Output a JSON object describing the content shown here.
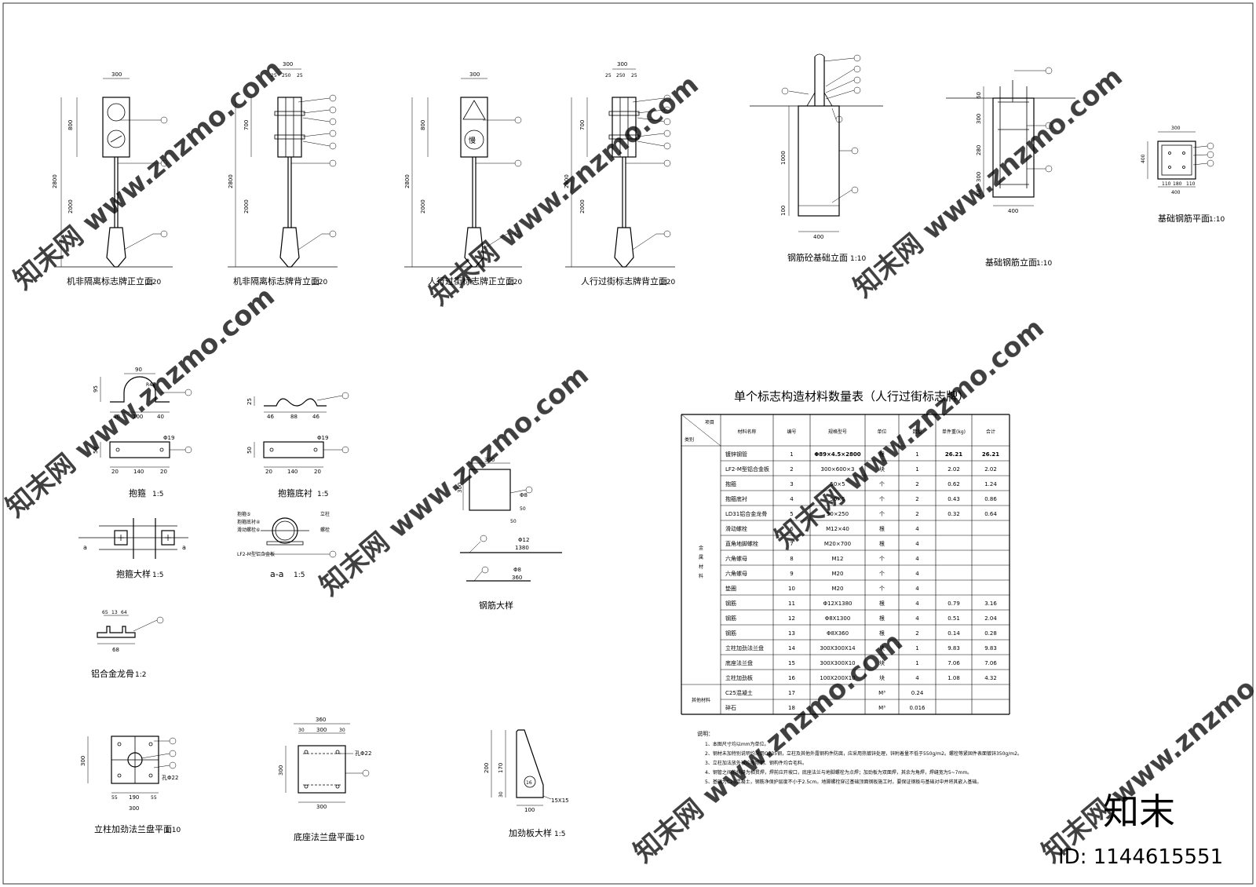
{
  "drawings": {
    "sign1_front": {
      "title": "机非隔离标志牌正立面",
      "scale": "1:20",
      "dims": [
        "300",
        "800",
        "2800",
        "2000"
      ]
    },
    "sign1_back": {
      "title": "机非隔离标志牌背立面",
      "scale": "1:20",
      "dims": [
        "300",
        "25",
        "250",
        "25",
        "700",
        "2800",
        "2000"
      ]
    },
    "sign2_front": {
      "title": "人行过街标志牌正立面",
      "scale": "1:20",
      "dims": [
        "300",
        "800",
        "2800",
        "2000"
      ],
      "symbol_text": "慢"
    },
    "sign2_back": {
      "title": "人行过街标志牌背立面",
      "scale": "1:20",
      "dims": [
        "300",
        "25",
        "250",
        "25",
        "700",
        "2800",
        "2000"
      ]
    },
    "foundation": {
      "title": "钢筋砼基础立面",
      "scale": "1:10",
      "dims": [
        "1000",
        "100",
        "400"
      ]
    },
    "rebar_elev": {
      "title": "基础钢筋立面",
      "scale": "1:10",
      "dims": [
        "60",
        "300",
        "280",
        "300",
        "60",
        "400"
      ]
    },
    "rebar_plan": {
      "title": "基础钢筋平面",
      "scale": "1:10",
      "dims": [
        "300",
        "400",
        "110",
        "180",
        "110"
      ]
    },
    "hoop": {
      "title": "抱箍",
      "scale": "1:5",
      "dims": [
        "90",
        "95",
        "R45",
        "40",
        "100",
        "40",
        "50",
        "20",
        "140",
        "20",
        "Φ19"
      ]
    },
    "hoop_base": {
      "title": "抱箍底衬",
      "scale": "1:5",
      "dims": [
        "25",
        "46",
        "88",
        "46",
        "50",
        "20",
        "140",
        "20",
        "Φ19"
      ]
    },
    "hoop_detail": {
      "title": "抱箍大样",
      "scale": "1:5",
      "cut": "a"
    },
    "section_aa": {
      "title": "a-a",
      "scale": "1:5",
      "labels": [
        "抱箍⑤",
        "抱箍底衬④",
        "滑动螺栓⑥",
        "LF2-M型铝合金板",
        "立柱",
        "螺栓"
      ]
    },
    "alu_rail": {
      "title": "铝合金龙骨",
      "scale": "1:2",
      "dims": [
        "65",
        "13",
        "64",
        "68"
      ]
    },
    "rebar_detail": {
      "title": "钢筋大样",
      "dims": [
        "300",
        "300",
        "50",
        "50",
        "Φ8",
        "Φ12",
        "1380",
        "Φ8",
        "360"
      ]
    },
    "col_flange": {
      "title": "立柱加劲法兰盘平面",
      "scale": "1:10",
      "dims": [
        "55",
        "190",
        "55",
        "300",
        "孔Φ22"
      ]
    },
    "base_flange": {
      "title": "底座法兰盘平面",
      "scale": "1:10",
      "dims": [
        "360",
        "30",
        "300",
        "30",
        "300",
        "孔Φ22"
      ]
    },
    "stiffener": {
      "title": "加劲板大样",
      "scale": "1:5",
      "dims": [
        "200",
        "170",
        "30",
        "100",
        "15X15"
      ]
    }
  },
  "table": {
    "title": "单个标志构造材料数量表（人行过街标志牌）",
    "header_item": "项目",
    "header_cat": "类别",
    "columns": [
      "材料名称",
      "编号",
      "规格型号",
      "单位",
      "数量",
      "单件重(kg)",
      "合计"
    ],
    "cat_metal": "金属材料",
    "cat_other": "其他材料",
    "rows": [
      [
        "镀锌钢管",
        "1",
        "Φ89×4.5×2800",
        "根",
        "1",
        "26.21",
        "26.21"
      ],
      [
        "LF2-M型铝合金板",
        "2",
        "300×600×3",
        "块",
        "1",
        "2.02",
        "2.02"
      ],
      [
        "抱箍",
        "3",
        "50×5",
        "个",
        "2",
        "0.62",
        "1.24"
      ],
      [
        "抱箍底衬",
        "4",
        "50×5",
        "个",
        "2",
        "0.43",
        "0.86"
      ],
      [
        "LD31铝合金龙骨",
        "5",
        "50×250",
        "个",
        "2",
        "0.32",
        "0.64"
      ],
      [
        "滑动螺栓",
        "6",
        "M12×40",
        "根",
        "4",
        "",
        ""
      ],
      [
        "直角地脚螺栓",
        "7",
        "M20×700",
        "根",
        "4",
        "",
        ""
      ],
      [
        "六角螺母",
        "8",
        "M12",
        "个",
        "4",
        "",
        ""
      ],
      [
        "六角螺母",
        "9",
        "M20",
        "个",
        "4",
        "",
        ""
      ],
      [
        "垫圈",
        "10",
        "M20",
        "个",
        "4",
        "",
        ""
      ],
      [
        "钢筋",
        "11",
        "Φ12X1380",
        "根",
        "4",
        "0.79",
        "3.16"
      ],
      [
        "钢筋",
        "12",
        "Φ8X1300",
        "根",
        "4",
        "0.51",
        "2.04"
      ],
      [
        "钢筋",
        "13",
        "Φ8X360",
        "根",
        "2",
        "0.14",
        "0.28"
      ],
      [
        "立柱加劲法兰盘",
        "14",
        "300X300X14",
        "块",
        "1",
        "9.83",
        "9.83"
      ],
      [
        "底座法兰盘",
        "15",
        "300X300X10",
        "块",
        "1",
        "7.06",
        "7.06"
      ],
      [
        "立柱加劲板",
        "16",
        "100X200X10",
        "块",
        "4",
        "1.08",
        "4.32"
      ],
      [
        "C25混凝土",
        "17",
        "",
        "M³",
        "0.24",
        "",
        ""
      ],
      [
        "碎石",
        "18",
        "",
        "M³",
        "0.016",
        "",
        ""
      ]
    ]
  },
  "notes": {
    "heading": "说明：",
    "items": [
      "1、本图尺寸均以mm为单位。",
      "2、钢材未加特别说明均采用Q235钢，立柱及其他外露钢构件防腐，应采用热镀锌处理，锌附着量不低于550g/m2。螺栓等紧固件表面镀锌350g/m2。",
      "3、立柱加法放外被均按照钢、钢构件均合毛料。",
      "4、钢管之间的焊缝为相贯焊，焊前应开坡口，底座法兰与地脚螺栓为点焊；加劲板为双面焊，其余为角焊，焊缝宽为5~7mm。",
      "5、基础为C25混凝土，钢筋净保护层度不小于2.5cm。地脚螺栓穿过基础顶面钢板施工时，要保证钢板与基础对中并将其嵌入基础。"
    ]
  },
  "watermark": {
    "text": "知末网 www.znzmo.com",
    "brand": "知末",
    "id": "ID: 1144615551"
  }
}
